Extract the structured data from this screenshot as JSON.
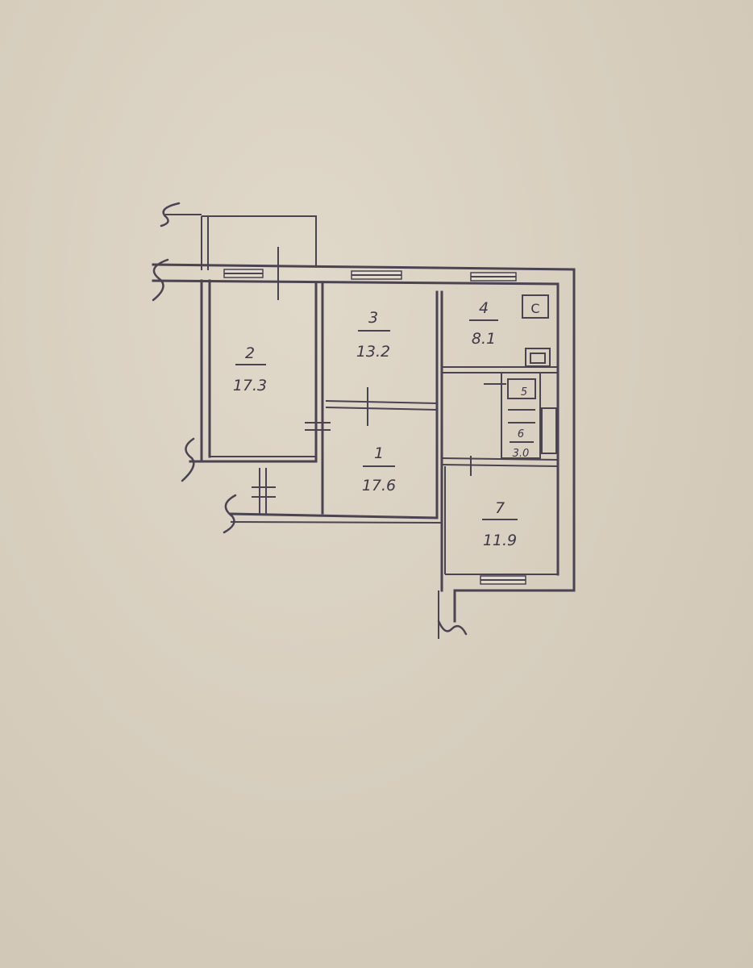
{
  "rooms": [
    {
      "number": "2",
      "area": "17.3"
    },
    {
      "number": "3",
      "area": "13.2"
    },
    {
      "number": "4",
      "area": "8.1"
    },
    {
      "number": "1",
      "area": "17.6"
    },
    {
      "number": "5",
      "area": ""
    },
    {
      "number": "6",
      "area": "3.0"
    },
    {
      "number": "7",
      "area": "11.9"
    }
  ],
  "symbols": {
    "stove": "C"
  }
}
